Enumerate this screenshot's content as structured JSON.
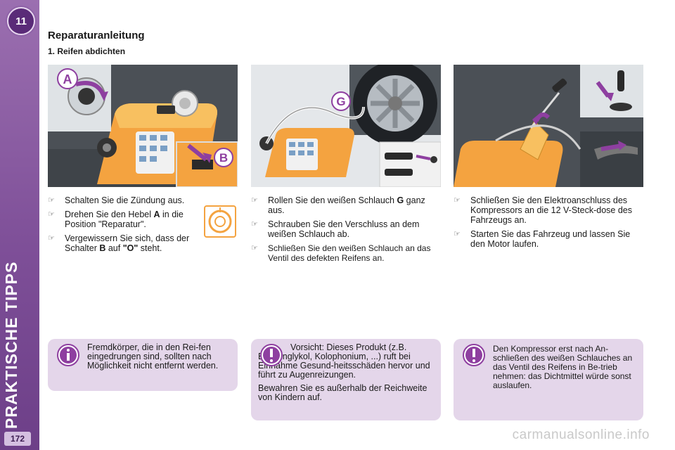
{
  "sidebar": {
    "chapter_number": "11",
    "section_title": "PRAKTISCHE TIPPS",
    "page_number": "172",
    "color": "#7e4f98"
  },
  "header": {
    "title": "Reparaturanleitung",
    "subtitle": "1. Reifen abdichten"
  },
  "images": [
    {
      "callouts": [
        "A",
        "B"
      ]
    },
    {
      "callouts": [
        "G"
      ]
    },
    {
      "callouts": []
    }
  ],
  "columns": [
    {
      "steps": [
        {
          "pre": "Schalten Sie die Zündung aus.",
          "bold": "",
          "post": ""
        },
        {
          "pre": "Drehen Sie den Hebel ",
          "bold": "A",
          "post": " in die Position \"Reparatur\"."
        },
        {
          "pre": "Vergewissern Sie sich, dass der Schalter ",
          "bold": "B",
          "post": " auf ",
          "bold2": "\"O\"",
          "post2": " steht."
        }
      ]
    },
    {
      "steps": [
        {
          "pre": "Rollen Sie den weißen Schlauch ",
          "bold": "G",
          "post": " ganz aus."
        },
        {
          "pre": "Schrauben Sie den Verschluss an dem weißen Schlauch ab.",
          "bold": "",
          "post": ""
        },
        {
          "pre": "Schließen Sie den weißen Schlauch an das Ventil des defekten Reifens an.",
          "bold": "",
          "post": ""
        }
      ]
    },
    {
      "steps": [
        {
          "pre": "Schließen Sie den Elektroanschluss des Kompressors an die 12 V-Steck-dose des Fahrzeugs an.",
          "bold": "",
          "post": ""
        },
        {
          "pre": "Starten Sie das Fahrzeug und lassen Sie den Motor laufen.",
          "bold": "",
          "post": ""
        }
      ]
    }
  ],
  "notes": [
    {
      "icon": "info-icon",
      "paragraphs": [
        "Fremdkörper, die in den Rei-fen eingedrungen sind, sollten nach Möglichkeit nicht entfernt werden."
      ]
    },
    {
      "icon": "warning-icon",
      "paragraphs": [
        "Vorsicht: Dieses Produkt (z.B. Ethylenglykol, Kolophonium, ...) ruft bei Einnahme Gesund-heitsschäden hervor und führt zu Augenreizungen.",
        "Bewahren Sie es außerhalb der Reichweite von Kindern auf."
      ]
    },
    {
      "icon": "warning-icon",
      "paragraphs": [
        "Den Kompressor erst nach An-schließen des weißen Schlauches an das Ventil des Reifens in Be-trieb nehmen: das Dichtmittel würde sonst auslaufen."
      ]
    }
  ],
  "bullet_glyph": "☞",
  "watermark": "carmanualsonline.info"
}
